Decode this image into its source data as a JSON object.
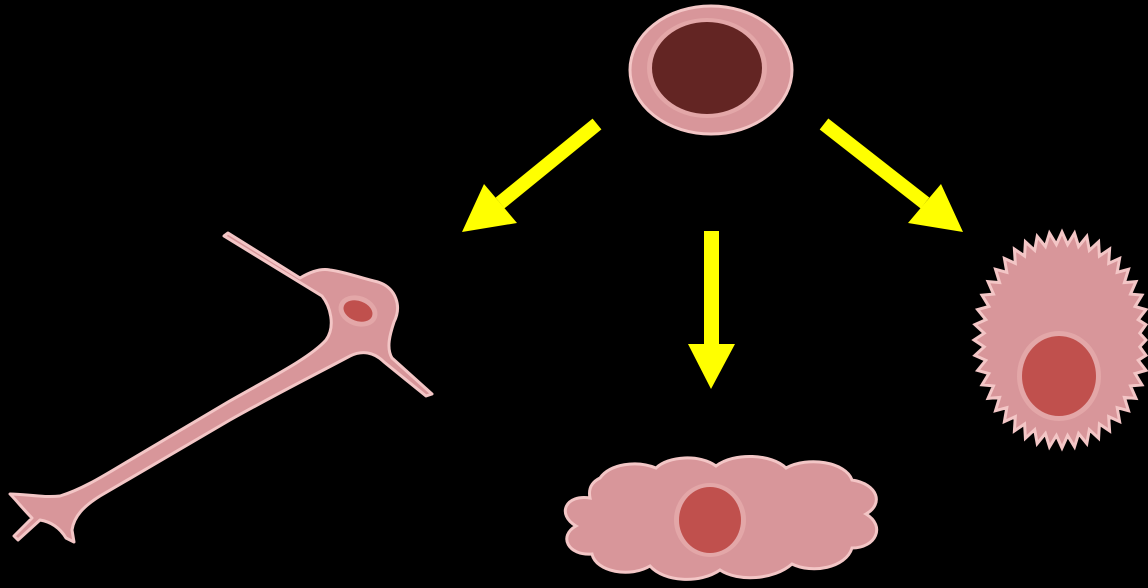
{
  "diagram": {
    "background": "#000000",
    "arrow_color": "#ffff00",
    "cell_fill": "#d8969a",
    "cell_fill_light": "#e3a7a8",
    "cell_outline": "#f3c6c6",
    "nucleus_fill": "#c0504d",
    "stem_nucleus_fill": "#632523",
    "nodes": [
      {
        "id": "stem-cell",
        "icon": "stem-cell-icon"
      },
      {
        "id": "neuron-cell",
        "icon": "neuron-cell-icon"
      },
      {
        "id": "flat-cell",
        "icon": "flat-cell-icon"
      },
      {
        "id": "spiky-cell",
        "icon": "spiky-cell-icon"
      }
    ],
    "edges": [
      {
        "from": "stem-cell",
        "to": "neuron-cell"
      },
      {
        "from": "stem-cell",
        "to": "flat-cell"
      },
      {
        "from": "stem-cell",
        "to": "spiky-cell"
      }
    ]
  }
}
